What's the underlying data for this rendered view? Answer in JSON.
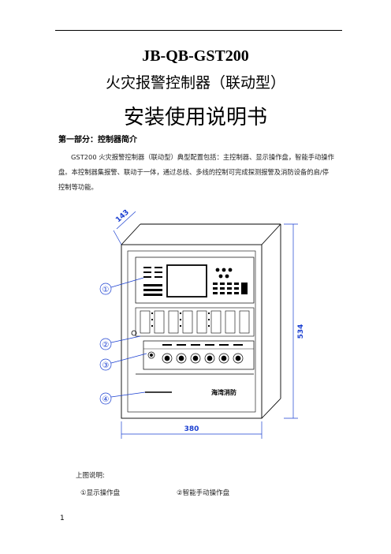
{
  "document": {
    "title_model": "JB-QB-GST200",
    "title_name": "火灾报警控制器（联动型）",
    "title_manual": "安装使用说明书",
    "section_heading": "第一部分：控制器简介",
    "intro_text": "GST200 火灾报警控制器（联动型）典型配置包括：主控制器、显示操作盘，智能手动操作盘。本控制器集报警、联动于一体，通过总线、多线的控制可完成探测报警及消防设备的启/停控制等功能。",
    "caption_heading": "上图说明:",
    "caption_items": [
      "①显示操作盘",
      "②智能手动操作盘"
    ],
    "page_number": "1"
  },
  "figure": {
    "dim_depth": "143",
    "dim_height": "534",
    "dim_width": "380",
    "callouts": [
      "①",
      "②",
      "③",
      "④"
    ],
    "brand_label": "海湾消防",
    "accent_color": "#1a3fd1"
  }
}
